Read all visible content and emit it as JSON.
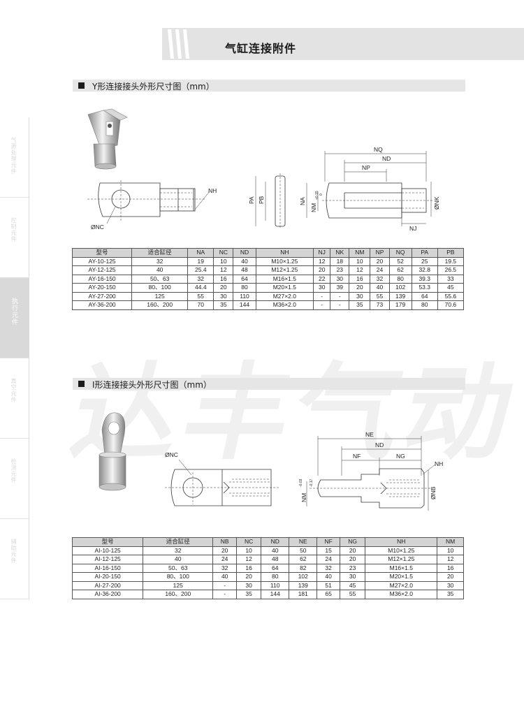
{
  "header": {
    "title": "气缸连接附件"
  },
  "sidebar": {
    "tabs": [
      {
        "label": "气源处理元件",
        "active": false
      },
      {
        "label": "控制元件",
        "active": false
      },
      {
        "label": "执行元件",
        "active": true
      },
      {
        "label": "真空元件",
        "active": false
      },
      {
        "label": "检测元件",
        "active": false
      },
      {
        "label": "辅助元件",
        "active": false
      }
    ]
  },
  "watermark": "达丰气动",
  "section_y": {
    "title": "Y形连接接头外形尺寸图（mm）",
    "labels": {
      "nq": "NQ",
      "nd": "ND",
      "np": "NP",
      "nh": "NH",
      "nc": "ØNC",
      "pa": "PA",
      "pb": "PB",
      "na": "NA",
      "nm": "NM",
      "nm_tol_top": "+0.15",
      "nm_tol_bot": "0",
      "nk": "ØNK",
      "nj": "NJ"
    },
    "table": {
      "headers": [
        "型号",
        "适合缸径",
        "NA",
        "NC",
        "ND",
        "NH",
        "NJ",
        "NK",
        "NM",
        "NP",
        "NQ",
        "PA",
        "PB"
      ],
      "rows": [
        [
          "AY-10-125",
          "32",
          "19",
          "10",
          "40",
          "M10×1.25",
          "12",
          "18",
          "10",
          "20",
          "52",
          "25",
          "19.5"
        ],
        [
          "AY-12-125",
          "40",
          "25.4",
          "12",
          "48",
          "M12×1.25",
          "20",
          "23",
          "12",
          "24",
          "62",
          "32.8",
          "26.5"
        ],
        [
          "AY-16-150",
          "50、63",
          "32",
          "16",
          "64",
          "M16×1.5",
          "22",
          "30",
          "16",
          "32",
          "80",
          "39.3",
          "33"
        ],
        [
          "AY-20-150",
          "80、100",
          "44.4",
          "20",
          "80",
          "M20×1.5",
          "30",
          "39",
          "20",
          "40",
          "102",
          "53.3",
          "45"
        ],
        [
          "AY-27-200",
          "125",
          "55",
          "30",
          "110",
          "M27×2.0",
          "-",
          "-",
          "30",
          "55",
          "139",
          "64",
          "55.6"
        ],
        [
          "AY-36-200",
          "160、200",
          "70",
          "35",
          "144",
          "M36×2.0",
          "-",
          "-",
          "35",
          "73",
          "179",
          "80",
          "70.6"
        ]
      ]
    }
  },
  "section_i": {
    "title": "I形连接接头外形尺寸图（mm）",
    "labels": {
      "ne": "NE",
      "nd": "ND",
      "nf": "NF",
      "ng": "NG",
      "nh": "NH",
      "nc": "ØNC",
      "nm": "NM",
      "nm_tol_top": "-0.03",
      "nm_tol_bot": "-0.17",
      "nb": "ØNB"
    },
    "table": {
      "headers": [
        "型号",
        "适合缸径",
        "NB",
        "NC",
        "ND",
        "NE",
        "NF",
        "NG",
        "NH",
        "NM"
      ],
      "rows": [
        [
          "AI-10-125",
          "32",
          "20",
          "10",
          "40",
          "50",
          "15",
          "20",
          "M10×1.25",
          "10"
        ],
        [
          "AI-12-125",
          "40",
          "24",
          "12",
          "48",
          "62",
          "24",
          "20",
          "M12×1.25",
          "12"
        ],
        [
          "AI-16-150",
          "50、63",
          "32",
          "16",
          "64",
          "82",
          "32",
          "23",
          "M16×1.5",
          "16"
        ],
        [
          "AI-20-150",
          "80、100",
          "40",
          "20",
          "80",
          "102",
          "40",
          "30",
          "M20×1.5",
          "20"
        ],
        [
          "AI-27-200",
          "125",
          "-",
          "30",
          "110",
          "139",
          "51",
          "45",
          "M27×2.0",
          "30"
        ],
        [
          "AI-36-200",
          "160、200",
          "-",
          "35",
          "144",
          "181",
          "65",
          "55",
          "M36×2.0",
          "35"
        ]
      ]
    }
  }
}
